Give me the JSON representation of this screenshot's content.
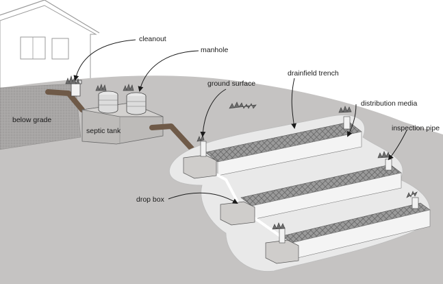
{
  "labels": {
    "cleanout": "cleanout",
    "manhole": "manhole",
    "ground_surface": "ground surface",
    "drainfield_trench": "drainfield trench",
    "distribution_media": "distribution media",
    "inspection_pipe": "inspection pipe",
    "below_grade": "below grade",
    "septic_tank": "septic tank",
    "drop_box": "drop box"
  },
  "colors": {
    "ground": "#c4c2c1",
    "soil_cut": "#a9a7a6",
    "pipe_dark": "#6f5a48",
    "trench_fill": "#ececec",
    "gravel": "#8c8c8c",
    "tank": "#bdbbb9",
    "line": "#2a2a2a"
  }
}
